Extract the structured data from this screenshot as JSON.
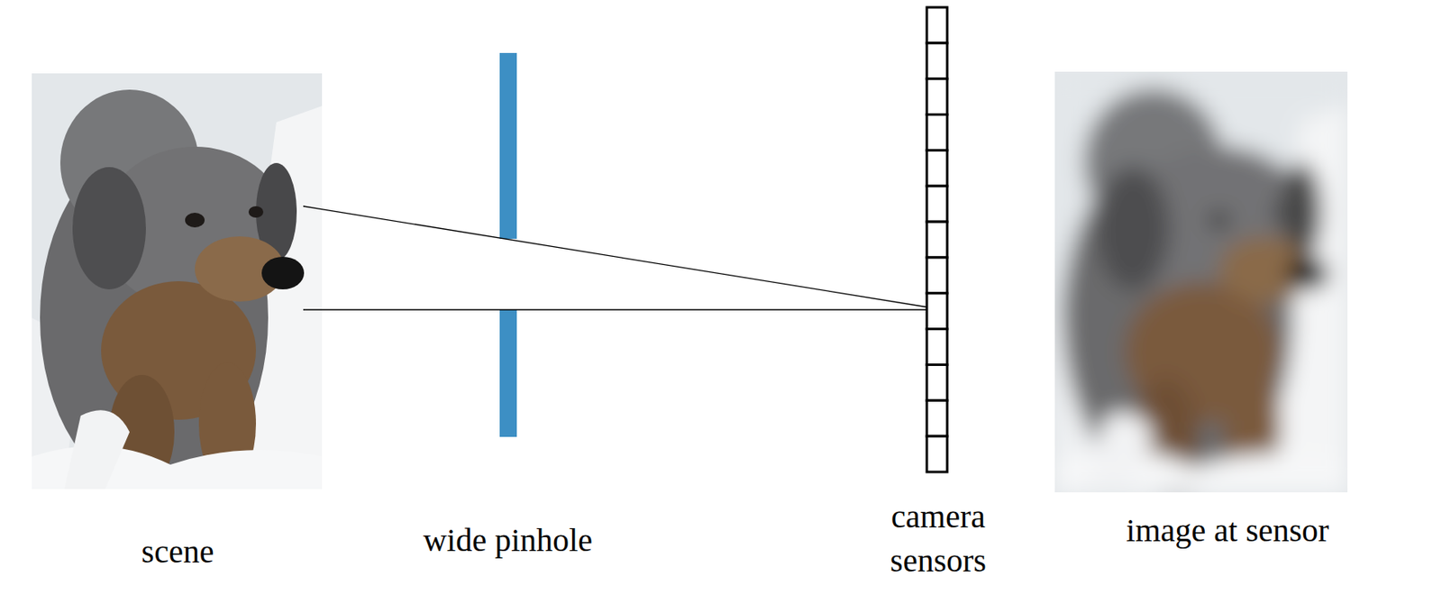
{
  "diagram": {
    "labels": [
      "scene",
      "wide pinhole",
      "camera sensors",
      "image at sensor"
    ]
  }
}
